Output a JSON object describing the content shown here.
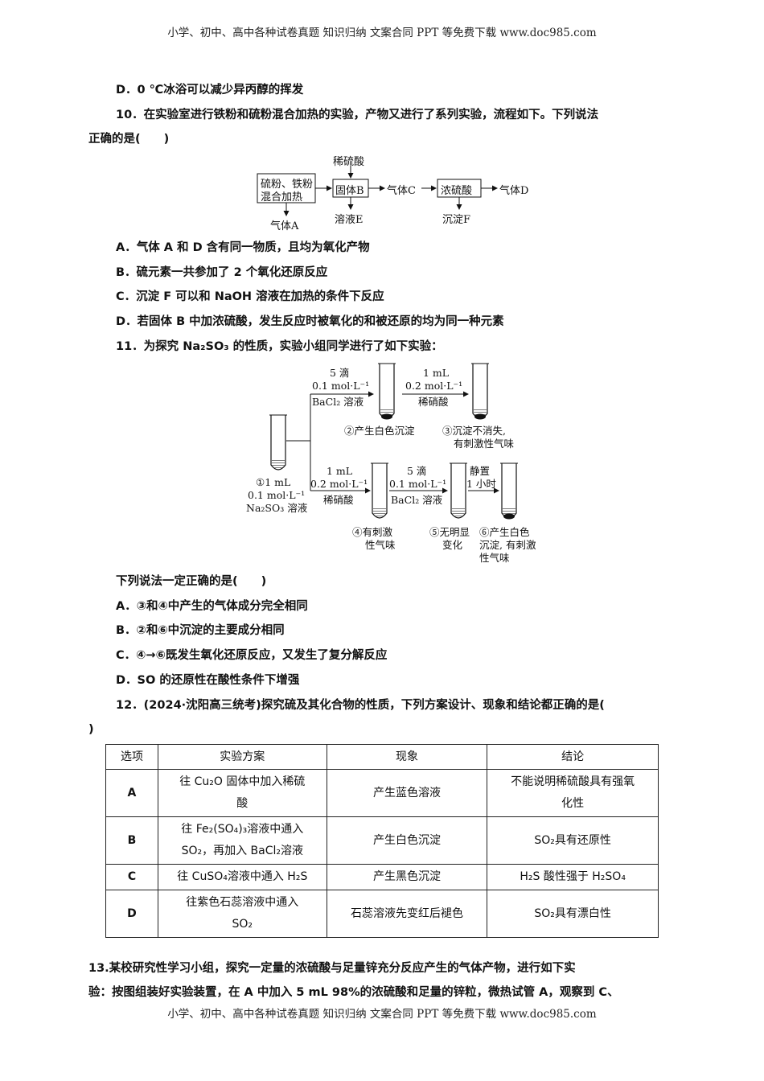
{
  "header": "小学、初中、高中各种试卷真题 知识归纳 文案合同 PPT 等免费下载   www.doc985.com",
  "footer": "小学、初中、高中各种试卷真题 知识归纳 文案合同 PPT 等免费下载   www.doc985.com",
  "q9d": "D．0 ℃冰浴可以减少异丙醇的挥发",
  "q10": {
    "stem_line1": "10．在实验室进行铁粉和硫粉混合加热的实验，产物又进行了系列实验，流程如下。下列说法",
    "stem_line2": "正确的是(　　)",
    "flow": {
      "box1_line1": "硫粉、铁粉",
      "box1_line2": "混合加热",
      "gas_a": "气体A",
      "acid": "稀硫酸",
      "box2": "固体B",
      "solution_e": "溶液E",
      "gas_c": "气体C",
      "box3": "浓硫酸",
      "precip_f": "沉淀F",
      "gas_d": "气体D"
    },
    "options": [
      "A．气体 A 和 D 含有同一物质，且均为氧化产物",
      "B．硫元素一共参加了 2 个氧化还原反应",
      "C．沉淀 F 可以和 NaOH 溶液在加热的条件下反应",
      "D．若固体 B 中加浓硫酸，发生反应时被氧化的和被还原的均为同一种元素"
    ]
  },
  "q11": {
    "stem": "11．为探究 Na₂SO₃ 的性质，实验小组同学进行了如下实验：",
    "figure": {
      "r1_top1": "5 滴",
      "r1_top2": "0.1 mol·L⁻¹",
      "r1_bot": "BaCl₂ 溶液",
      "r1b_top1": "1 mL",
      "r1b_top2": "0.2 mol·L⁻¹",
      "r1b_bot": "稀硝酸",
      "t2_label": "②产生白色沉淀",
      "t3_label1": "③沉淀不消失,",
      "t3_label2": "有刺激性气味",
      "t1_label1": "①1 mL",
      "t1_label2": "0.1 mol·L⁻¹",
      "t1_label3": "Na₂SO₃ 溶液",
      "r2_top1": "1 mL",
      "r2_top2": "0.2 mol·L⁻¹",
      "r2_bot": "稀硝酸",
      "r2b_top1": "5 滴",
      "r2b_top2": "0.1 mol·L⁻¹",
      "r2b_bot": "BaCl₂ 溶液",
      "r2c_top1": "静置",
      "r2c_top2": "1 小时",
      "t4_label1": "④有刺激",
      "t4_label2": "性气味",
      "t5_label1": "⑤无明显",
      "t5_label2": "变化",
      "t6_label1": "⑥产生白色",
      "t6_label2": "沉淀, 有刺激",
      "t6_label3": "性气味"
    },
    "question": "下列说法一定正确的是(　　)",
    "options": [
      "A．③和④中产生的气体成分完全相同",
      "B．②和⑥中沉淀的主要成分相同",
      "C．④→⑥既发生氧化还原反应，又发生了复分解反应",
      "D．SO 的还原性在酸性条件下增强"
    ]
  },
  "q12": {
    "stem_line1": "12．(2024·沈阳高三统考)探究硫及其化合物的性质，下列方案设计、现象和结论都正确的是(",
    "stem_line2": ")",
    "table": {
      "headers": [
        "选项",
        "实验方案",
        "现象",
        "结论"
      ],
      "rows": [
        {
          "opt": "A",
          "plan1": "往 Cu₂O 固体中加入稀硫",
          "plan2": "酸",
          "phen": "产生蓝色溶液",
          "con1": "不能说明稀硫酸具有强氧",
          "con2": "化性"
        },
        {
          "opt": "B",
          "plan1": "往 Fe₂(SO₄)₃溶液中通入",
          "plan2": "SO₂，再加入 BaCl₂溶液",
          "phen": "产生白色沉淀",
          "con1": "SO₂具有还原性",
          "con2": ""
        },
        {
          "opt": "C",
          "plan1": "往 CuSO₄溶液中通入 H₂S",
          "plan2": "",
          "phen": "产生黑色沉淀",
          "con1": "H₂S 酸性强于 H₂SO₄",
          "con2": ""
        },
        {
          "opt": "D",
          "plan1": "往紫色石蕊溶液中通入",
          "plan2": "SO₂",
          "phen": "石蕊溶液先变红后褪色",
          "con1": "SO₂具有漂白性",
          "con2": ""
        }
      ]
    }
  },
  "q13": {
    "line1": "13.某校研究性学习小组，探究一定量的浓硫酸与足量锌充分反应产生的气体产物，进行如下实",
    "line2": "验：按图组装好实验装置，在 A 中加入 5 mL 98%的浓硫酸和足量的锌粒，微热试管 A，观察到 C、"
  }
}
